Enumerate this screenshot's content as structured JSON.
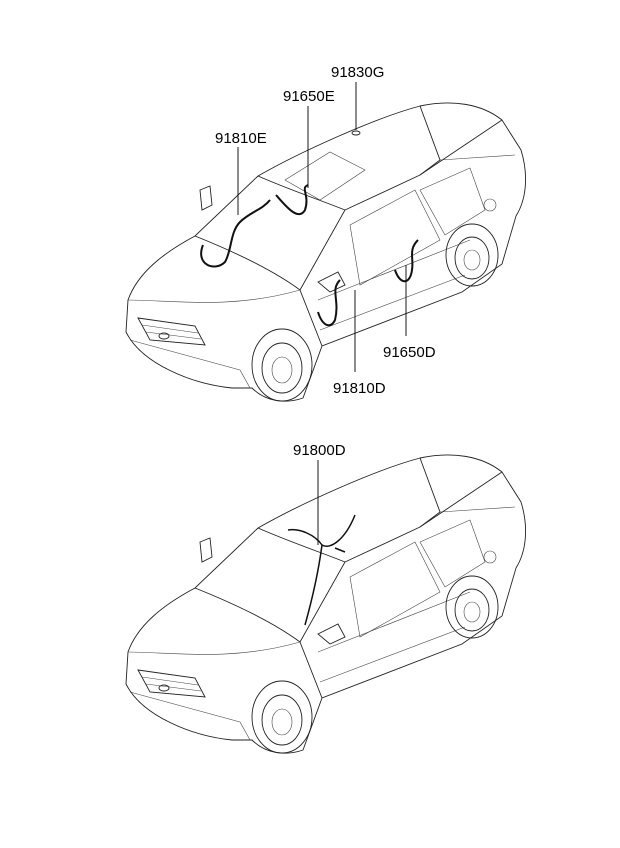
{
  "diagram": {
    "top_view": {
      "labels": [
        {
          "id": "91830G"
        },
        {
          "id": "91650E"
        },
        {
          "id": "91810E"
        },
        {
          "id": "91650D"
        },
        {
          "id": "91810D"
        }
      ]
    },
    "bottom_view": {
      "labels": [
        {
          "id": "91800D"
        }
      ]
    }
  }
}
